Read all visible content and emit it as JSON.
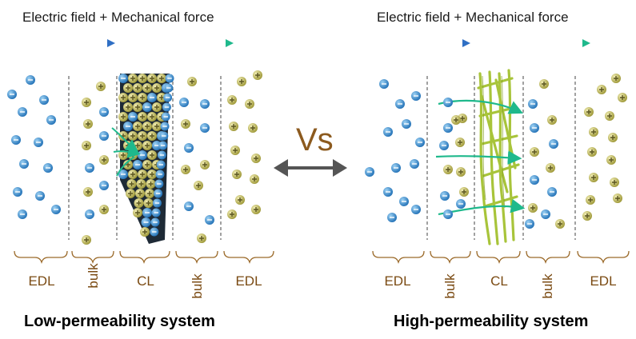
{
  "header_left": "Electric field + Mechanical force",
  "header_right": "Electric field + Mechanical force",
  "vs_label": "Vs",
  "left_zones": [
    "EDL",
    "bulk",
    "CL",
    "bulk",
    "EDL"
  ],
  "right_zones": [
    "EDL",
    "bulk",
    "CL",
    "bulk",
    "EDL"
  ],
  "title_left": "Low-permeability system",
  "title_right": "High-permeability system",
  "colors": {
    "anion": "#2f8fd0",
    "cation": "#c8c25a",
    "arrow_blue": "#2f6fc4",
    "arrow_green": "#1fb98c",
    "layer_dark": "#1e2a36",
    "layer_green": "#a8c43a",
    "brace": "#9b6a2a"
  }
}
